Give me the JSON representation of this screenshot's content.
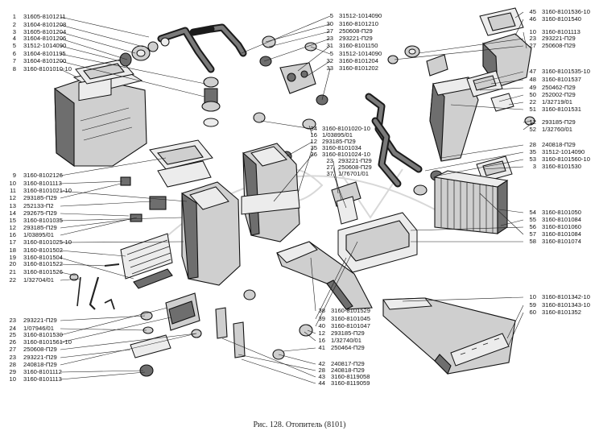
{
  "caption": "Рис. 128. Отопитель (8101)",
  "callouts_left": [
    {
      "n": "1",
      "code": "31605-8101211"
    },
    {
      "n": "2",
      "code": "31604-8101208"
    },
    {
      "n": "3",
      "code": "31605-8101204"
    },
    {
      "n": "4",
      "code": "31604-8101206"
    },
    {
      "n": "5",
      "code": "31512-1014090"
    },
    {
      "n": "6",
      "code": "31604-8101195"
    },
    {
      "n": "7",
      "code": "31604-8101200"
    },
    {
      "n": "8",
      "code": "3160-8101010-10"
    },
    {
      "n": "9",
      "code": "3160-8102126"
    },
    {
      "n": "10",
      "code": "3160-8101113"
    },
    {
      "n": "11",
      "code": "3160-8101021-10"
    },
    {
      "n": "12",
      "code": "293185-П29"
    },
    {
      "n": "13",
      "code": "252133-П2"
    },
    {
      "n": "14",
      "code": "292675-П29"
    },
    {
      "n": "15",
      "code": "3160-8101035"
    },
    {
      "n": "12",
      "code": "293185-П29"
    },
    {
      "n": "16",
      "code": "1/03895/01"
    },
    {
      "n": "17",
      "code": "3160-8101025-10"
    },
    {
      "n": "18",
      "code": "3160-8101502"
    },
    {
      "n": "19",
      "code": "3160-8101504"
    },
    {
      "n": "20",
      "code": "3160-8101522"
    },
    {
      "n": "21",
      "code": "3160-8101526"
    },
    {
      "n": "22",
      "code": "1/32704/01"
    },
    {
      "n": "23",
      "code": "293221-П29"
    },
    {
      "n": "24",
      "code": "1/07946/01"
    },
    {
      "n": "25",
      "code": "3160-8101530"
    },
    {
      "n": "26",
      "code": "3160-8101561-10"
    },
    {
      "n": "27",
      "code": "250608-П29"
    },
    {
      "n": "23",
      "code": "293221-П29"
    },
    {
      "n": "28",
      "code": "240818-П29"
    },
    {
      "n": "29",
      "code": "3160-8101112"
    },
    {
      "n": "10",
      "code": "3160-8101113"
    }
  ],
  "callouts_top": [
    {
      "n": "5",
      "code": "31512-1014090"
    },
    {
      "n": "30",
      "code": "3160-8101210"
    },
    {
      "n": "27",
      "code": "250608-П29"
    },
    {
      "n": "23",
      "code": "293221-П29"
    },
    {
      "n": "31",
      "code": "3160-8101150"
    },
    {
      "n": "5",
      "code": "31512-1014090"
    },
    {
      "n": "32",
      "code": "3160-8101204"
    },
    {
      "n": "33",
      "code": "3160-8101202"
    }
  ],
  "callouts_mid": [
    {
      "n": "34",
      "code": "3160-8101020-10"
    },
    {
      "n": "16",
      "code": "1/03895/01"
    },
    {
      "n": "12",
      "code": "293185-П29"
    },
    {
      "n": "35",
      "code": "3160-8101034"
    },
    {
      "n": "36",
      "code": "3160-8101024-10"
    },
    {
      "n": "23",
      "code": "293221-П29"
    },
    {
      "n": "27",
      "code": "250608-П29"
    },
    {
      "n": "37",
      "code": "1/76701/01"
    }
  ],
  "callouts_bottom": [
    {
      "n": "38",
      "code": "3160-8101529"
    },
    {
      "n": "39",
      "code": "3160-8101045"
    },
    {
      "n": "40",
      "code": "3160-8101047"
    },
    {
      "n": "12",
      "code": "293185-П29"
    },
    {
      "n": "16",
      "code": "1/32740/01"
    },
    {
      "n": "41",
      "code": "250464-П29"
    },
    {
      "n": "42",
      "code": "240817-П29"
    },
    {
      "n": "28",
      "code": "240818-П29"
    },
    {
      "n": "43",
      "code": "3160-8119058"
    },
    {
      "n": "44",
      "code": "3160-8119059"
    }
  ],
  "callouts_right": [
    {
      "n": "45",
      "code": "3160-8101536-10"
    },
    {
      "n": "46",
      "code": "3160-8101540"
    },
    {
      "n": "10",
      "code": "3160-8101113"
    },
    {
      "n": "23",
      "code": "293221-П29"
    },
    {
      "n": "27",
      "code": "250608-П29"
    },
    {
      "n": "47",
      "code": "3160-8101535-10"
    },
    {
      "n": "48",
      "code": "3160-8101537"
    },
    {
      "n": "49",
      "code": "250462-П29"
    },
    {
      "n": "50",
      "code": "252002-П29"
    },
    {
      "n": "22",
      "code": "1/32719/01"
    },
    {
      "n": "51",
      "code": "3160-8101531"
    },
    {
      "n": "12",
      "code": "293185-П29"
    },
    {
      "n": "52",
      "code": "1/32760/01"
    },
    {
      "n": "28",
      "code": "240818-П29"
    },
    {
      "n": "35",
      "code": "31512-1014090"
    },
    {
      "n": "53",
      "code": "3160-8101560-10"
    },
    {
      "n": "3",
      "code": "3160-8101530"
    },
    {
      "n": "54",
      "code": "3160-8101050"
    },
    {
      "n": "55",
      "code": "3160-8101084"
    },
    {
      "n": "56",
      "code": "3160-8101060"
    },
    {
      "n": "57",
      "code": "3160-8101084"
    },
    {
      "n": "58",
      "code": "3160-8101074"
    },
    {
      "n": "10",
      "code": "3160-8101342-10"
    },
    {
      "n": "59",
      "code": "3160-8101343-10"
    },
    {
      "n": "60",
      "code": "3160-8101352"
    }
  ]
}
